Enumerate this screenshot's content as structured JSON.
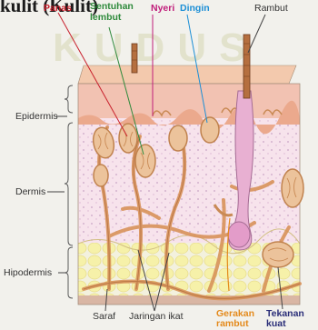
{
  "heading": "kulit (Kulit)",
  "watermark": "KUDUS",
  "labels": {
    "panas": "Panas",
    "sentuhan_1": "Sentuhan",
    "sentuhan_2": "lembut",
    "nyeri": "Nyeri",
    "dingin": "Dingin",
    "rambut": "Rambut",
    "epidermis": "Epidermis",
    "dermis": "Dermis",
    "hipodermis": "Hipodermis",
    "saraf": "Saraf",
    "jaringan_ikat": "Jaringan ikat",
    "gerakan_1": "Gerakan",
    "gerakan_2": "rambut",
    "tekanan_1": "Tekanan",
    "tekanan_2": "kuat"
  },
  "colors": {
    "panas": "#c8202c",
    "sentuhan": "#2f8a3c",
    "nyeri": "#c01d7a",
    "dingin": "#1c8fd6",
    "gerakan": "#e48a1c",
    "tekanan": "#2a2e78",
    "neutral": "#444444"
  }
}
